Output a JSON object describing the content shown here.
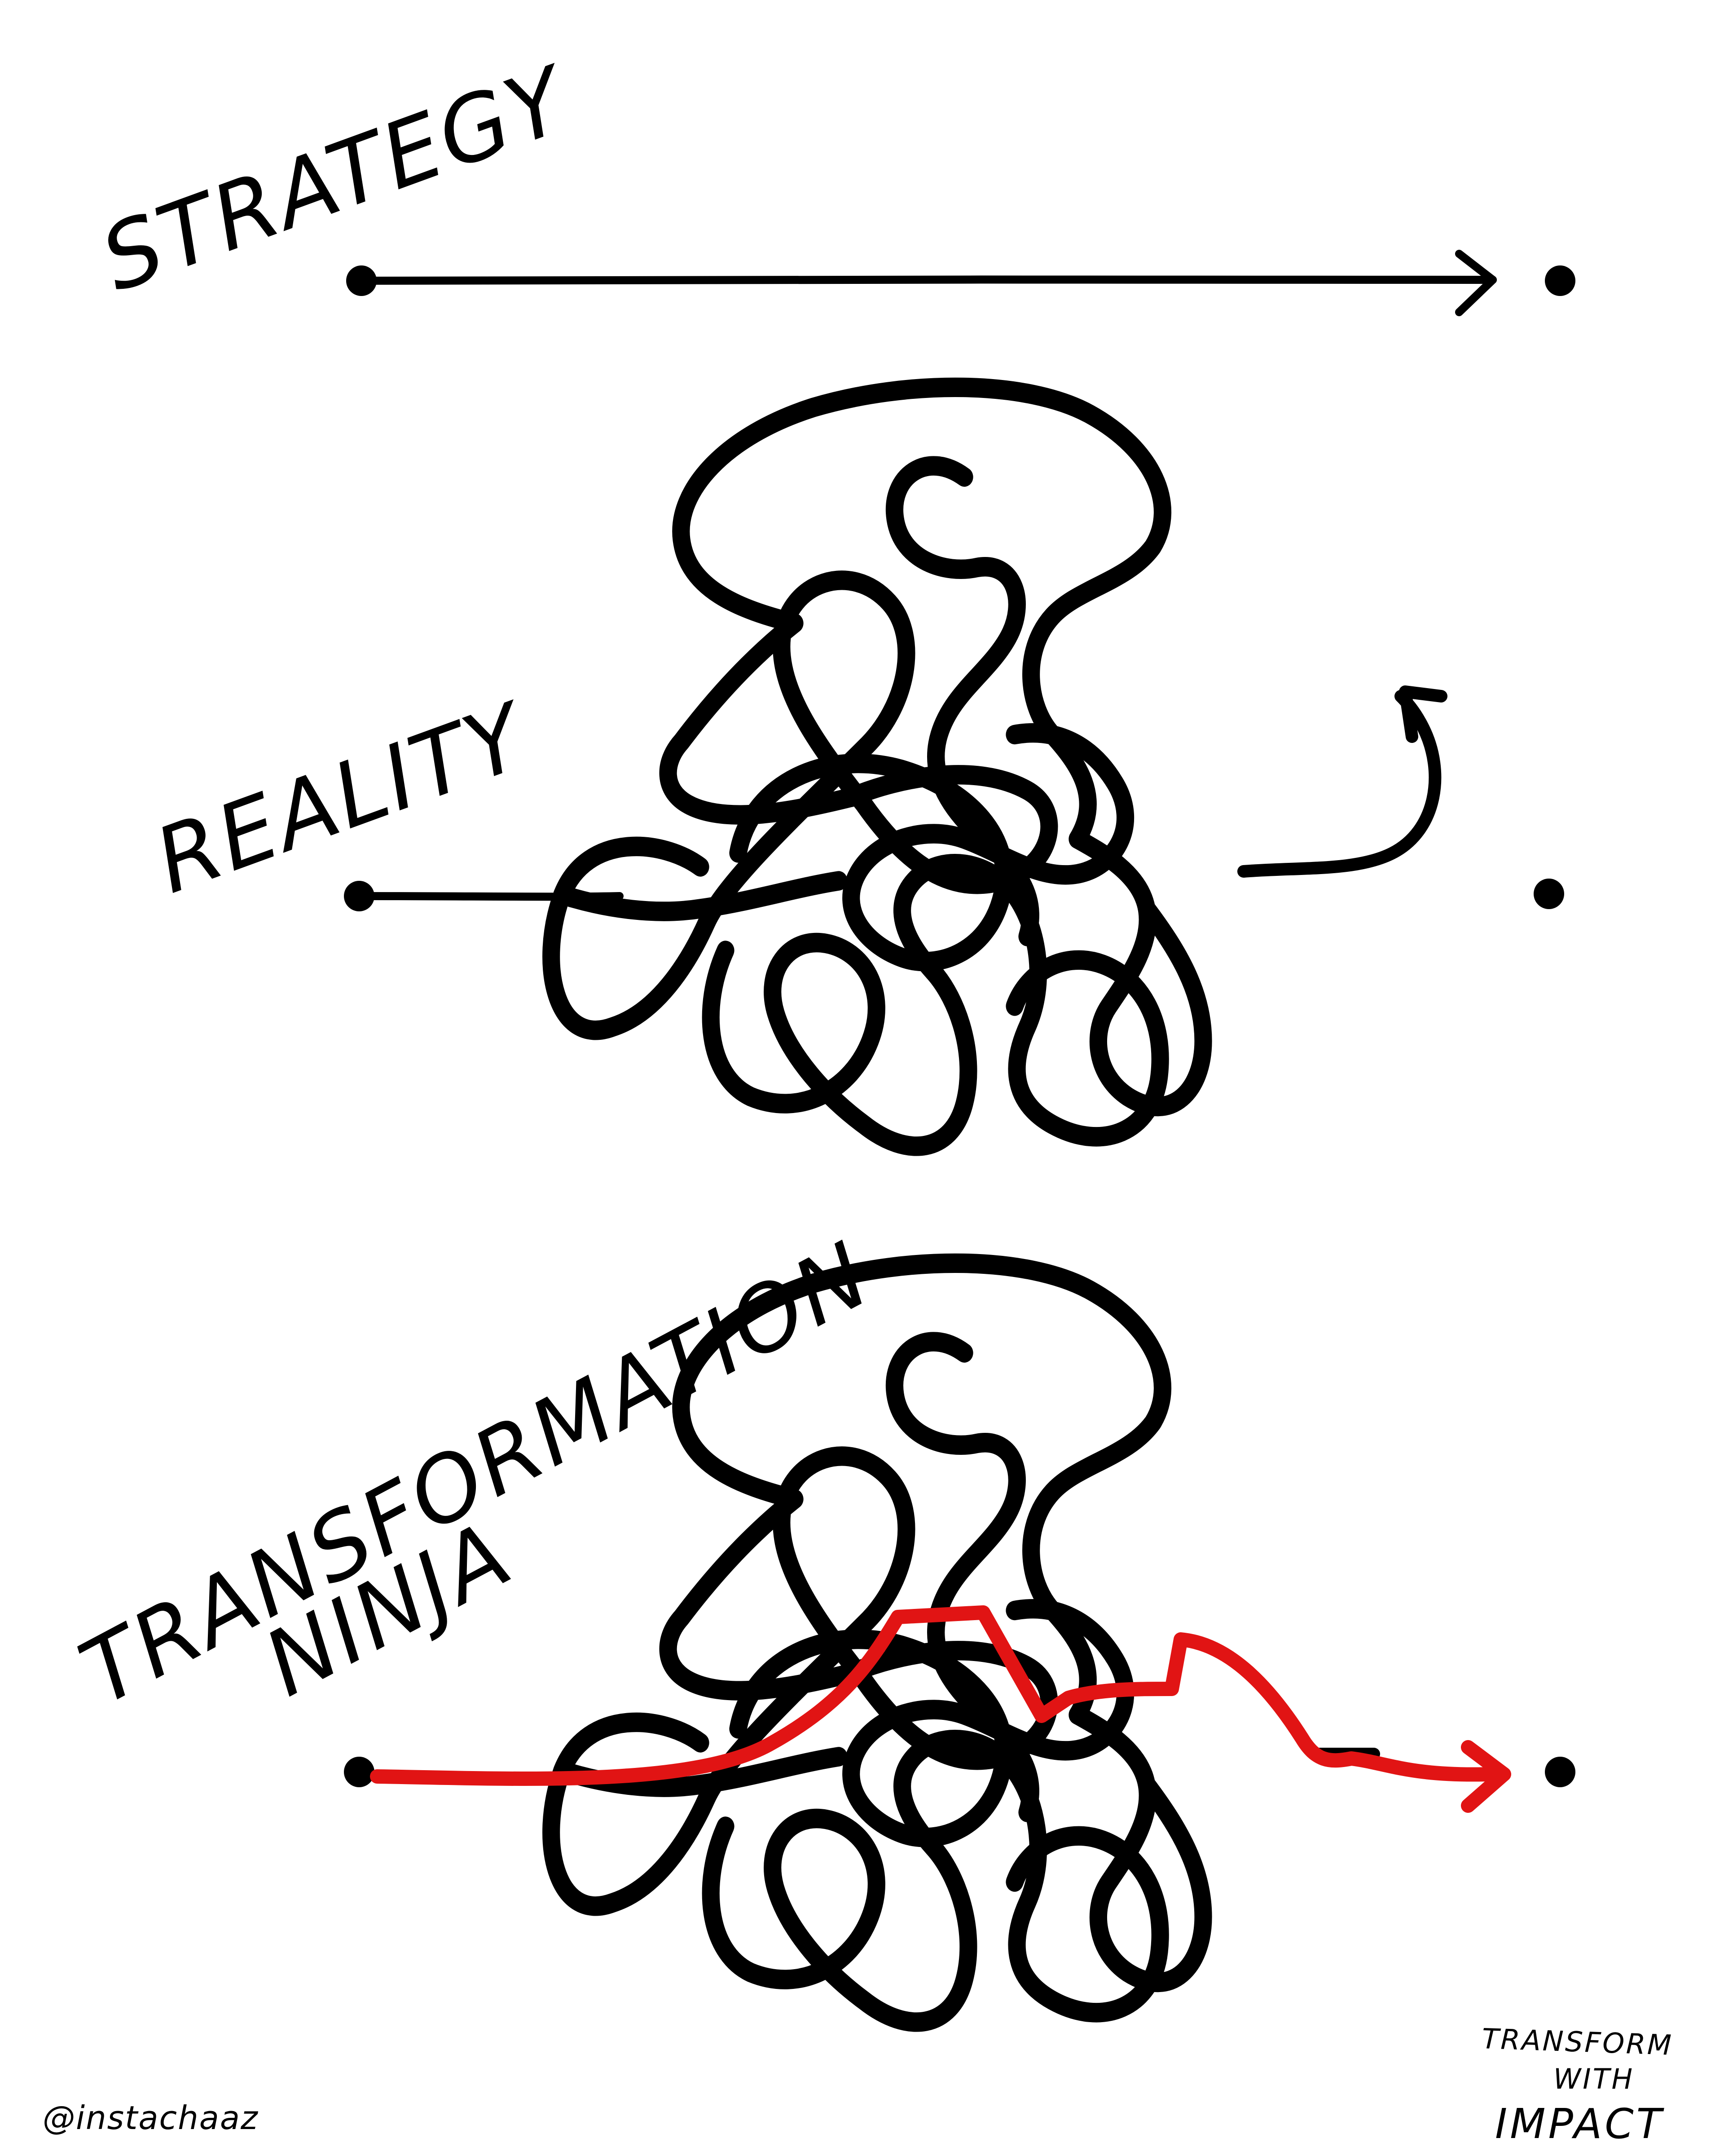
{
  "labels": {
    "strategy": "STRATEGY",
    "reality": "REALITY",
    "ninja_line1": "TRANSFORMATION",
    "ninja_line2": "NINJA",
    "handle": "@instachaaz",
    "logo_line1": "TRANSFORM",
    "logo_line2": "WITH",
    "logo_line3": "IMPACT"
  },
  "colors": {
    "ink": "#000000",
    "highlight": "#e11414",
    "background": "#ffffff"
  },
  "icons": {
    "start_dot": "filled-circle",
    "end_dot": "filled-circle",
    "arrow_head": "chevron-right"
  }
}
